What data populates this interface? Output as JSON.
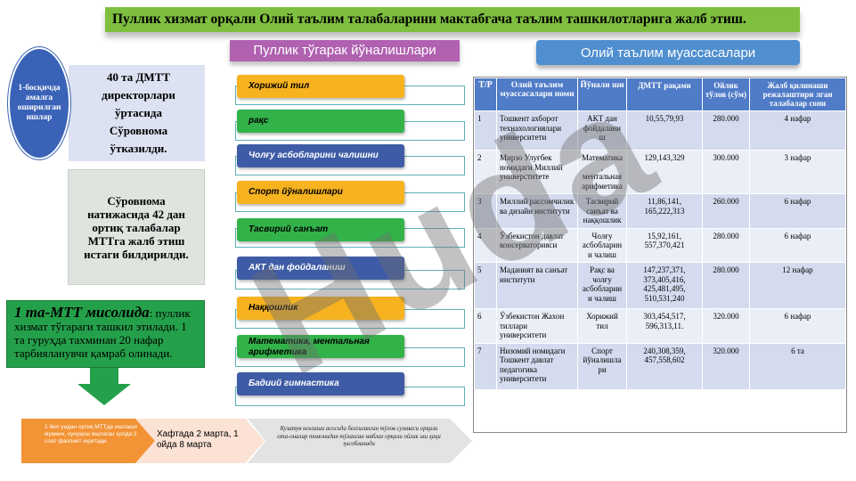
{
  "title": "Пуллик хизмат орқали Олий таълим талабаларини мактабгача таълим ташкилотларига жалб этиш.",
  "headers": {
    "circles": "Пуллик тўгарак йўналишлари",
    "universities": "Олий таълим муассасалари"
  },
  "left": {
    "stage": "1-босқичда амалга оширилган ишлар",
    "box1": [
      "40 та ДМТТ директорлари",
      "ўртасида",
      "Сўровнома",
      "ўтказилди."
    ],
    "box2": "Сўровнома натижасида 42 дан ортиқ талабалар МТТга жалб этиш истаги билдирилди.",
    "green": {
      "big": "1 та-МТТ мисолида",
      "rest": ": пуллик хизмат тўгараги ташкил этилади. 1 та гуруҳда тахминан 20 нафар тарбияланувчи қамраб олинади."
    }
  },
  "directions": [
    "Хорижий тил",
    "рақс",
    "Чолғу асбобларини чалишни",
    "Спорт йўналишлари",
    "Тасвирий санъат",
    "АКТ дан фойдаланиш",
    "Наққошлик",
    "Математика, ментальная арифметика",
    "Бадиий гимнастика"
  ],
  "table": {
    "columns": [
      "Т/Р",
      "Олий таълим муассасалари номи",
      "Йўнали ши",
      "ДМТТ рақами",
      "Ойлик тўлов (сўм)",
      "Жалб қилинаши режалаштири лган талабалар сони"
    ],
    "rows": [
      [
        "1",
        "Тошкент ахборот технахологиялари университети",
        "АКТ дан фойдалани ш",
        "10,55,79,93",
        "280.000",
        "4 нафар"
      ],
      [
        "2",
        "Мирзо Улуғбек номидаги Миллий универститете",
        "Математика , ментальная арифметика",
        "129,143,329",
        "300.000",
        "3 нафар"
      ],
      [
        "3",
        "Миллий рассомчилик ва дизайн институти",
        "Тасвирий санъат ва наққошлик",
        "11,86,141, 165,222,313",
        "260.000",
        "6 нафар"
      ],
      [
        "4",
        "Ўзбекистон давлат консерваторияси",
        "Чолғу асбобларин и чалиш",
        "15,92,161, 557,370,421",
        "280.000",
        "6 нафар"
      ],
      [
        "5",
        "Маданият ва санъат институти",
        "Рақс ва чолғу асбобларин и чалиш",
        "147,237,371, 373,405,416, 425,481,495, 510,531,240",
        "280.000",
        "12 нафар"
      ],
      [
        "6",
        "Ўзбекистон Жахон тиллари университети",
        "Хорижий тил",
        "303,454,517, 596,313,11.",
        "320.000",
        "6 нафар"
      ],
      [
        "7",
        "Низомий номидаги Тошкент давлат педагогика университети",
        "Спорт йўналишла ри",
        "240,308,359, 457,558,602",
        "320.000",
        "6 та"
      ]
    ]
  },
  "bottom": {
    "step1": "1 йил ундан ортиқ МТТда ишлаши мумкин, хунуқиш ишлаган ҳолда 2 соат фаолият юритади.",
    "step2": "Хафтада 2 марта, 1 ойда 8 марта",
    "step3": "Кузатув кенгаши асосида белгиланган тўлов суммаси орқали ота-оналар томонидан тўланган маблағ орқали ойлик иш ҳақи ҳисобланади"
  },
  "watermark": "Huda",
  "colors": {
    "title_bg": "#7fbf3f",
    "circles_hdr": "#b061b0",
    "unis_hdr": "#4f8fd0",
    "stage_circle": "#3a63b8",
    "green_box": "#24a04a",
    "orange": "#f6b21f",
    "green": "#32b34a",
    "blue": "#3e5ba6",
    "table_header": "#4f7bc7"
  }
}
